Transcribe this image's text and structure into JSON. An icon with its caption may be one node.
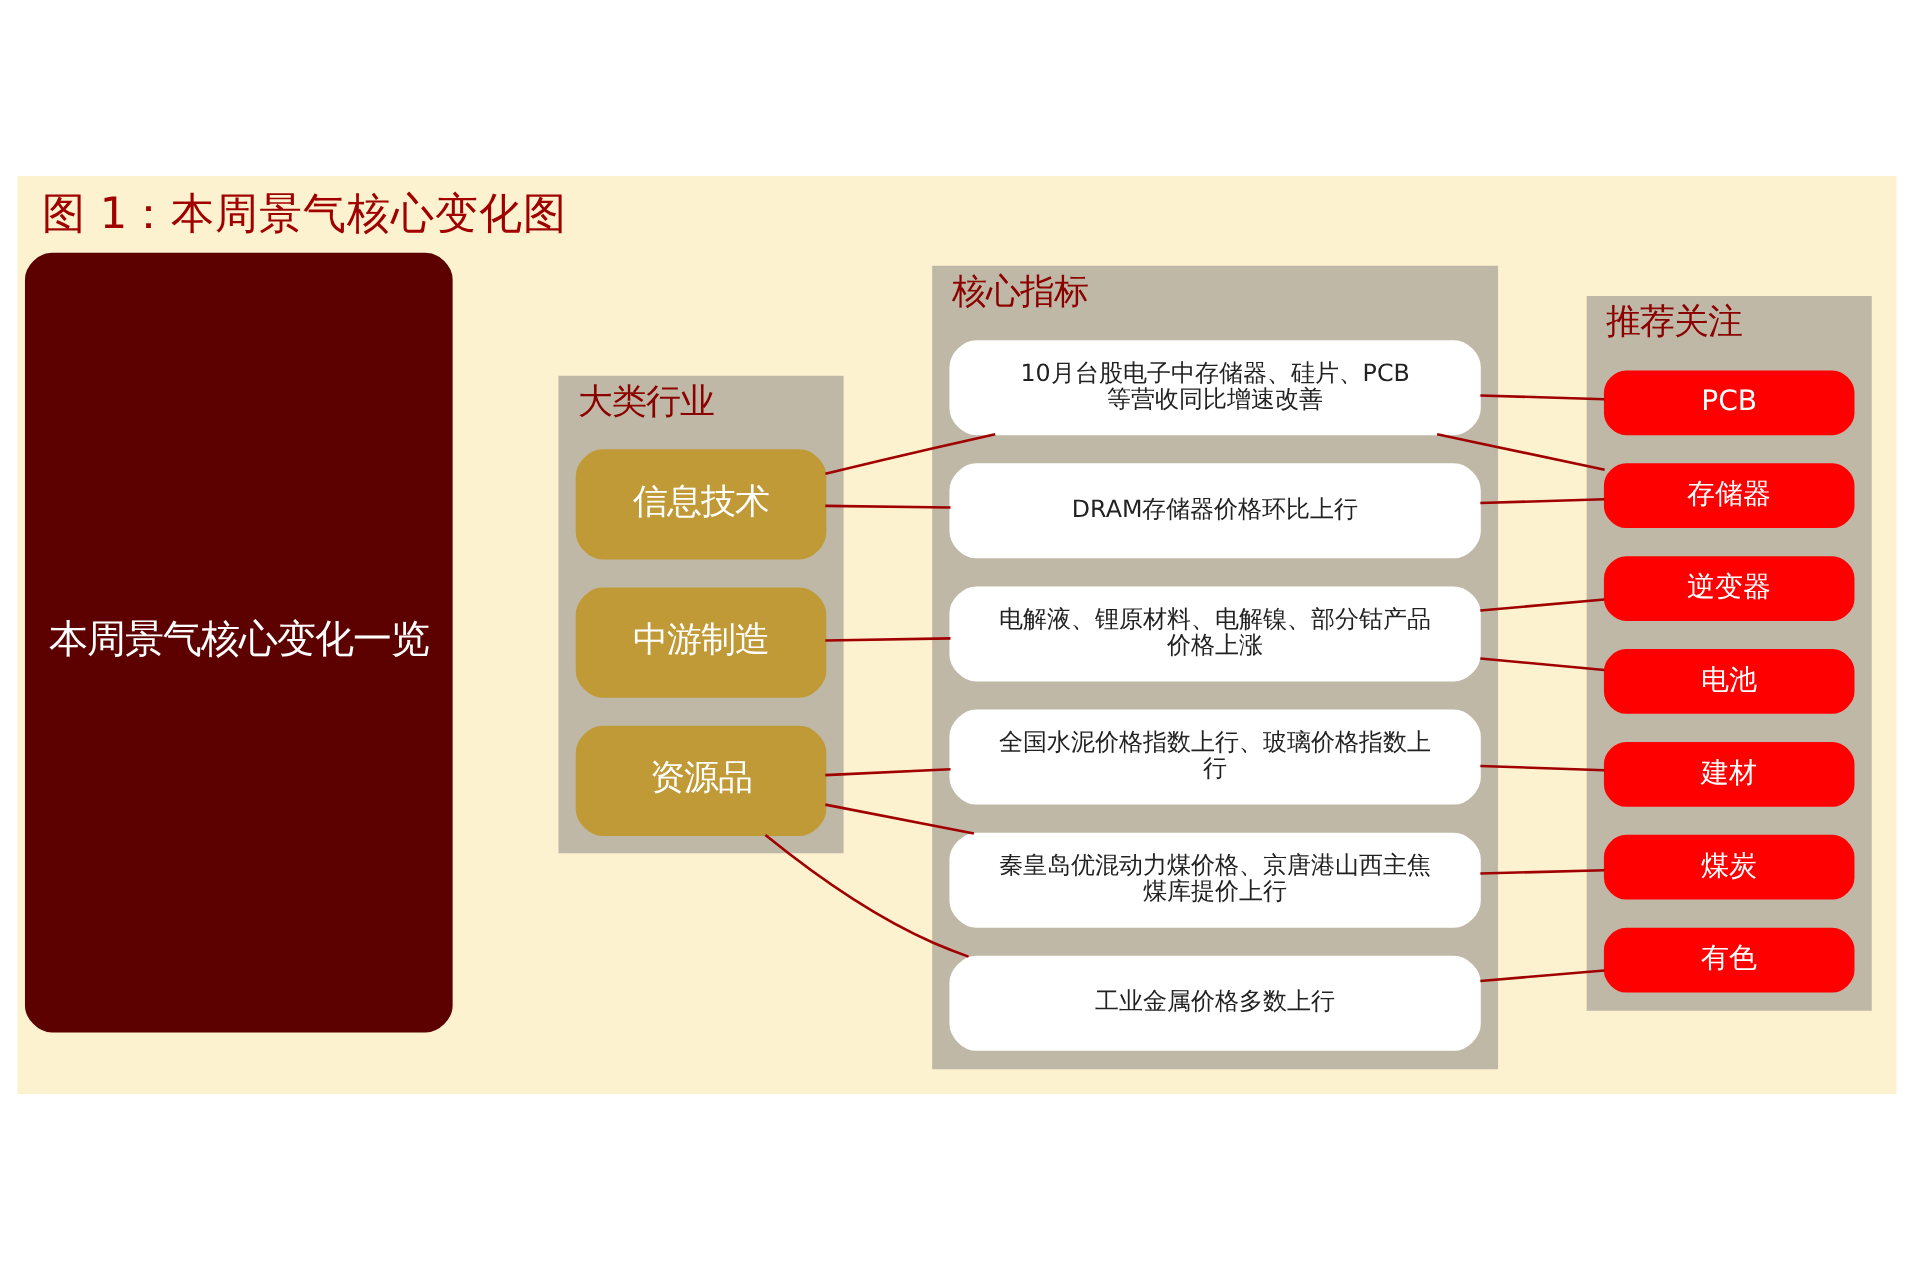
{
  "diagram": {
    "title": "图 1：本周景气核心变化图",
    "nodes": [
      {
        "text": [
          "本周景气核心变化一览"
        ]
      },
      {
        "text": [
          "大类行业"
        ]
      },
      {
        "text": [
          "资源品"
        ],
        "in": 1
      },
      {
        "text": [
          "中游制造"
        ],
        "in": 1
      },
      {
        "text": [
          "信息技术"
        ],
        "in": 1
      },
      {
        "text": [
          "核心指标"
        ]
      },
      {
        "text": [
          "工业金属价格多数上行"
        ],
        "in": 5
      },
      {
        "text": [
          "秦皇岛优混动力煤价格、京唐港山西主焦煤库提价上行"
        ],
        "in": 5
      },
      {
        "text": [
          "全国水泥价格指数上行、玻璃价格指数上行"
        ],
        "in": 5
      },
      {
        "text": [
          "电解液、锂原材料、电解镍、部分钴产品价格上涨"
        ],
        "in": 5
      },
      {
        "text": [
          "DRAM存储器价格环比上行"
        ],
        "in": 5
      },
      {
        "text": [
          "10月台股电子中存储器、硅片、PCB等营收同比增速改善"
        ],
        "in": 5
      },
      {
        "text": [
          "推荐关注"
        ]
      },
      {
        "text": [
          "有色"
        ],
        "in": 12
      },
      {
        "text": [
          "煤炭"
        ],
        "in": 12
      },
      {
        "text": [
          "建材"
        ],
        "in": 12
      },
      {
        "text": [
          "电池"
        ],
        "in": 12
      },
      {
        "text": [
          "逆变器"
        ],
        "in": 12
      },
      {
        "text": [
          "存储器"
        ],
        "in": 12
      },
      {
        "text": [
          "PCB"
        ],
        "in": 12
      }
    ],
    "edges": [
      {
        "from": 2,
        "to": 6,
        "arrow": "none"
      },
      {
        "from": 2,
        "to": 7,
        "arrow": "none"
      },
      {
        "from": 2,
        "to": 8,
        "arrow": "none"
      },
      {
        "from": 3,
        "to": 9,
        "arrow": "none"
      },
      {
        "from": 4,
        "to": 10,
        "arrow": "none"
      },
      {
        "from": 4,
        "to": 11,
        "arrow": "none"
      },
      {
        "from": 6,
        "to": 13,
        "arrow": "none"
      },
      {
        "from": 7,
        "to": 14,
        "arrow": "none"
      },
      {
        "from": 8,
        "to": 15,
        "arrow": "none"
      },
      {
        "from": 9,
        "to": 16,
        "arrow": "none"
      },
      {
        "from": 9,
        "to": 17,
        "arrow": "none"
      },
      {
        "from": 10,
        "to": 18,
        "arrow": "none"
      },
      {
        "from": 11,
        "to": 18,
        "arrow": "none"
      },
      {
        "from": 11,
        "to": 19,
        "arrow": "none"
      }
    ]
  }
}
